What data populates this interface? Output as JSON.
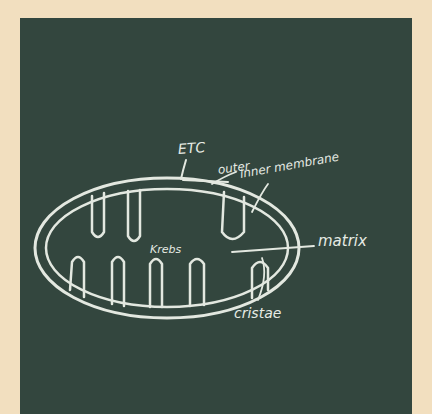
{
  "diagram": {
    "labels": [
      "ETC",
      "outer",
      "inner membrane",
      "Krebs",
      "matrix",
      "cristae"
    ]
  }
}
